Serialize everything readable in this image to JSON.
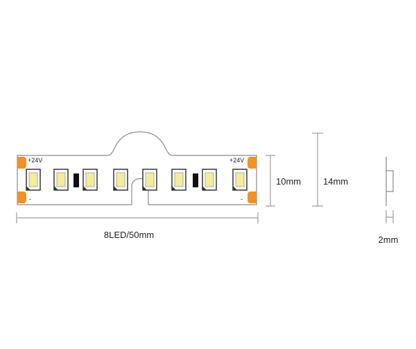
{
  "labels": {
    "plus_left": "+24V",
    "plus_right": "+24V",
    "minus_left": "-",
    "minus_right": "-",
    "width_strip": "10mm",
    "width_total": "14mm",
    "length": "8LED/50mm",
    "thickness": "2mm"
  },
  "colors": {
    "outline": "#8a8a8a",
    "pad": "#f0922a",
    "led_cell": "#f4ec9a",
    "led_border": "#333333",
    "resistor": "#111111",
    "text": "#222222"
  },
  "led_count": 8
}
